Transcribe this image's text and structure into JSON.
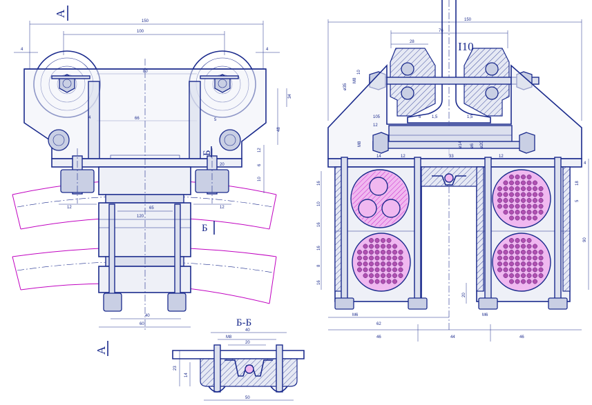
{
  "labels": {
    "view_a_top": "А",
    "view_a_bottom": "А",
    "section_b_mark_top": "Б",
    "section_b_mark_mid": "Б",
    "section_title": "Б-Б",
    "beam": "I10"
  },
  "dims": {
    "front": {
      "d150": "150",
      "d100": "100",
      "d80": "80",
      "d66": "66",
      "d4a": "4",
      "d4b": "4",
      "d4c": "4",
      "d5": "5",
      "d34": "34",
      "d48": "48",
      "d12r": "12",
      "d6": "6",
      "d10r": "10",
      "d20": "20",
      "d12a": "12",
      "d12b": "12",
      "d65": "65",
      "d120": "120",
      "d40": "40",
      "d60": "60"
    },
    "side": {
      "d150": "150",
      "d76": "76",
      "d28": "28",
      "d10": "10",
      "m8": "М8",
      "d35": "ø35",
      "d105": "105",
      "d6": "6",
      "d15a": "1,5",
      "d15b": "1,5",
      "d12": "12",
      "m8b": "М8",
      "d14": "14",
      "d12b": "12",
      "d33": "33",
      "d12c": "12",
      "d14p": "ø14",
      "d6b": "ø6",
      "d20p": "ø20",
      "l16a": "16",
      "l10": "10",
      "l16b": "16",
      "l16c": "16",
      "l8": "8",
      "l16d": "16",
      "r4": "4",
      "r18": "18",
      "r5": "5",
      "r90": "90",
      "r20": "20",
      "m6a": "М6",
      "m6b": "М6",
      "d62": "62",
      "d46a": "46",
      "d44": "44",
      "d46b": "46"
    },
    "section": {
      "d40": "40",
      "m8": "М8",
      "d20": "20",
      "d23": "23",
      "d14": "14",
      "d50": "50"
    }
  }
}
